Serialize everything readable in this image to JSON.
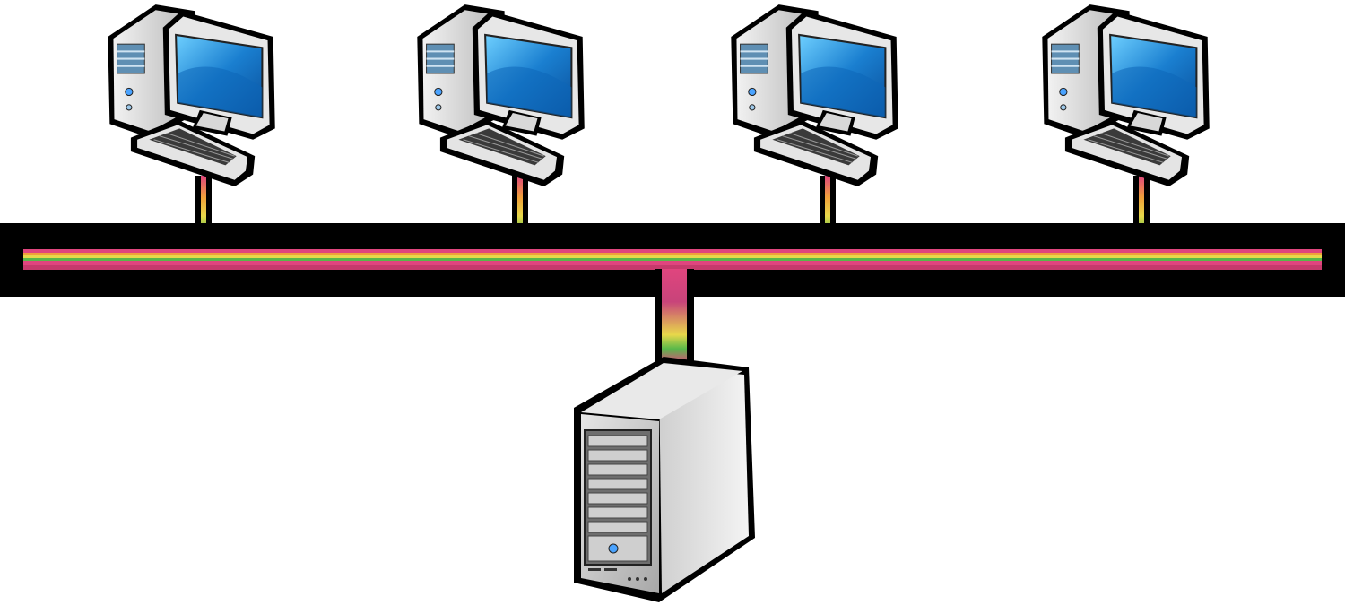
{
  "diagram": {
    "type": "bus-network-topology",
    "nodes": [
      {
        "id": "ws1",
        "kind": "workstation",
        "icon": "desktop-computer-icon"
      },
      {
        "id": "ws2",
        "kind": "workstation",
        "icon": "desktop-computer-icon"
      },
      {
        "id": "ws3",
        "kind": "workstation",
        "icon": "desktop-computer-icon"
      },
      {
        "id": "ws4",
        "kind": "workstation",
        "icon": "desktop-computer-icon"
      },
      {
        "id": "srv",
        "kind": "server",
        "icon": "server-tower-icon"
      }
    ],
    "bus": {
      "icon": "network-bus-cable"
    },
    "links": [
      {
        "from": "ws1",
        "to": "bus"
      },
      {
        "from": "ws2",
        "to": "bus"
      },
      {
        "from": "ws3",
        "to": "bus"
      },
      {
        "from": "ws4",
        "to": "bus"
      },
      {
        "from": "srv",
        "to": "bus"
      }
    ],
    "colors": {
      "bus_outer": "#000000",
      "cable_pink": "#e0457e",
      "cable_orange": "#f0a13a",
      "cable_yellow": "#e8d84a",
      "cable_green": "#58b84a",
      "screen_blue": "#1a7fd0",
      "case_gray": "#d4d4d4"
    }
  }
}
